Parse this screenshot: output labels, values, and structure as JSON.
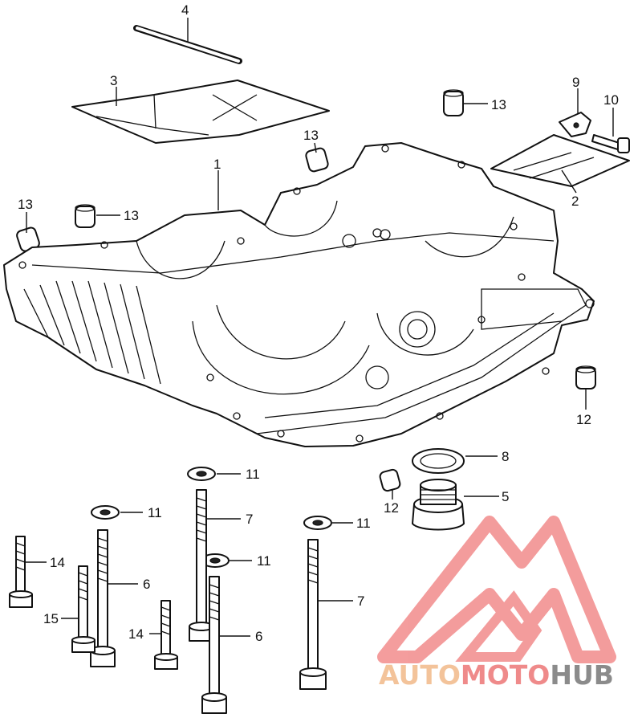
{
  "callouts": [
    {
      "id": "c4",
      "label": "4"
    },
    {
      "id": "c3",
      "label": "3"
    },
    {
      "id": "c13a",
      "label": "13"
    },
    {
      "id": "c9",
      "label": "9"
    },
    {
      "id": "c10",
      "label": "10"
    },
    {
      "id": "c13b",
      "label": "13"
    },
    {
      "id": "c2",
      "label": "2"
    },
    {
      "id": "c1",
      "label": "1"
    },
    {
      "id": "c13c",
      "label": "13"
    },
    {
      "id": "c13d",
      "label": "13"
    },
    {
      "id": "c12a",
      "label": "12"
    },
    {
      "id": "c8",
      "label": "8"
    },
    {
      "id": "c11a",
      "label": "11"
    },
    {
      "id": "c5",
      "label": "5"
    },
    {
      "id": "c12b",
      "label": "12"
    },
    {
      "id": "c11b",
      "label": "11"
    },
    {
      "id": "c7a",
      "label": "7"
    },
    {
      "id": "c11c",
      "label": "11"
    },
    {
      "id": "c11d",
      "label": "11"
    },
    {
      "id": "c14a",
      "label": "14"
    },
    {
      "id": "c6a",
      "label": "6"
    },
    {
      "id": "c7b",
      "label": "7"
    },
    {
      "id": "c15",
      "label": "15"
    },
    {
      "id": "c14b",
      "label": "14"
    },
    {
      "id": "c6b",
      "label": "6"
    }
  ],
  "watermark": {
    "part1": "AUTO",
    "part2": "MOTO",
    "part3": "HUB",
    "colors": {
      "auto": "#f3c39a",
      "moto": "#ef8a8a",
      "hub": "#8b8b8b",
      "logo": "#f07c7c"
    }
  }
}
